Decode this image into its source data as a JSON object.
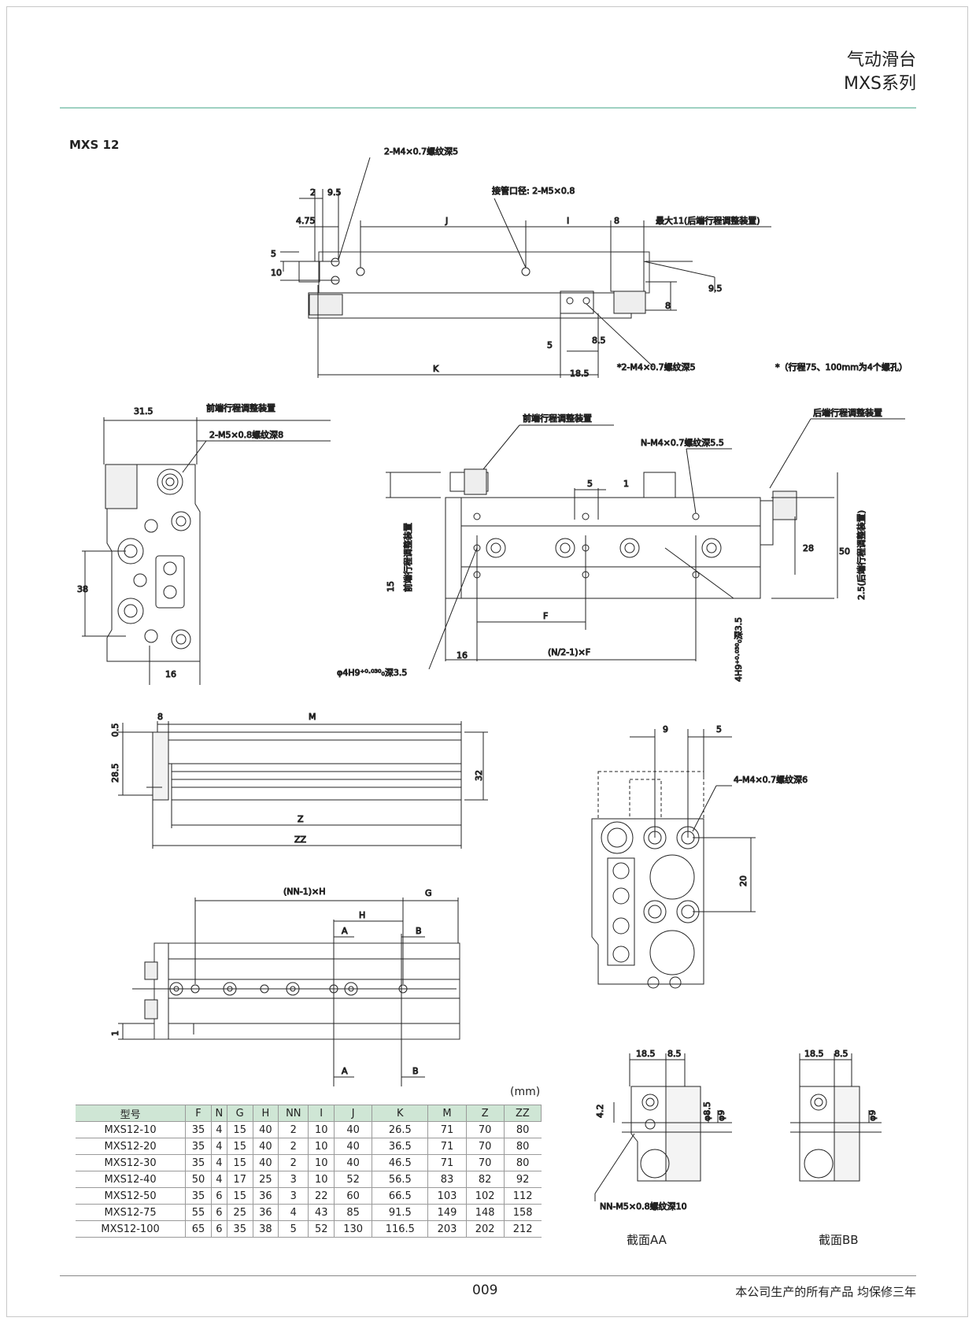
{
  "header": {
    "title": "气动滑台",
    "series": "MXS系列"
  },
  "model": "MXS 12",
  "annotations": {
    "top_tap": "2-M4×0.7螺纹深5",
    "port": "接管口径: 2-M5×0.8",
    "max11": "最大11(后端行程调整装置)",
    "bottom_tap": "*2-M4×0.7螺纹深5",
    "note": "*（行程75、100mm为4个螺孔）",
    "front_adj": "前端行程调整装置",
    "m5_tap": "2-M5×0.8螺纹深8",
    "nm4_tap": "N-M4×0.7螺纹深5.5",
    "rear_adj": "后端行程调整装置",
    "front_adj_v": "前端行程调整装置",
    "rear_adj_v": "2.5(后端行程调整装置)",
    "pin_hole": "φ4H9⁺⁰·⁰³⁰₀深3.5",
    "pin_hole_v": "4H9⁺⁰·⁰³⁰₀深3.5",
    "nf": "(N/2-1)×F",
    "m4_6": "4-M4×0.7螺纹深6",
    "nnh": "(NN-1)×H",
    "nn_m5": "NN-M5×0.8螺纹深10"
  },
  "dims": {
    "d2": "2",
    "d9_5": "9.5",
    "d4_75": "4.75",
    "dJ": "J",
    "dI": "I",
    "d8": "8",
    "d5": "5",
    "d10": "10",
    "d9_5v": "9.5",
    "d8v": "8",
    "d5b": "5",
    "d8_5": "8.5",
    "dK": "K",
    "d18_5": "18.5",
    "d31_5": "31.5",
    "d38": "38",
    "d16": "16",
    "d15": "15",
    "d5c": "5",
    "d1": "1",
    "d28": "28",
    "d50": "50",
    "dF": "F",
    "d16b": "16",
    "d0_5": "0.5",
    "d8c": "8",
    "dM": "M",
    "d28_5": "28.5",
    "d32": "32",
    "dZ": "Z",
    "dZZ": "ZZ",
    "d9": "9",
    "d5d": "5",
    "d20": "20",
    "dG": "G",
    "dH": "H",
    "dA": "A",
    "dB": "B",
    "d1b": "1",
    "s18_5": "18.5",
    "s8_5": "8.5",
    "s4_2": "4.2",
    "sphi8_5": "φ8.5",
    "sphi9": "φ9",
    "t18_5": "18.5",
    "t8_5": "8.5",
    "tphi9": "φ9"
  },
  "unit": "(mm)",
  "table": {
    "headers": [
      "型号",
      "F",
      "N",
      "G",
      "H",
      "NN",
      "I",
      "J",
      "K",
      "M",
      "Z",
      "ZZ"
    ],
    "rows": [
      [
        "MXS12-10",
        "35",
        "4",
        "15",
        "40",
        "2",
        "10",
        "40",
        "26.5",
        "71",
        "70",
        "80"
      ],
      [
        "MXS12-20",
        "35",
        "4",
        "15",
        "40",
        "2",
        "10",
        "40",
        "36.5",
        "71",
        "70",
        "80"
      ],
      [
        "MXS12-30",
        "35",
        "4",
        "15",
        "40",
        "2",
        "10",
        "40",
        "46.5",
        "71",
        "70",
        "80"
      ],
      [
        "MXS12-40",
        "50",
        "4",
        "17",
        "25",
        "3",
        "10",
        "52",
        "56.5",
        "83",
        "82",
        "92"
      ],
      [
        "MXS12-50",
        "35",
        "6",
        "15",
        "36",
        "3",
        "22",
        "60",
        "66.5",
        "103",
        "102",
        "112"
      ],
      [
        "MXS12-75",
        "55",
        "6",
        "25",
        "36",
        "4",
        "43",
        "85",
        "91.5",
        "149",
        "148",
        "158"
      ],
      [
        "MXS12-100",
        "65",
        "6",
        "35",
        "38",
        "5",
        "52",
        "130",
        "116.5",
        "203",
        "202",
        "212"
      ]
    ]
  },
  "captions": {
    "aa": "截面AA",
    "bb": "截面BB"
  },
  "footer": {
    "page": "009",
    "warranty": "本公司生产的所有产品 均保修三年"
  }
}
